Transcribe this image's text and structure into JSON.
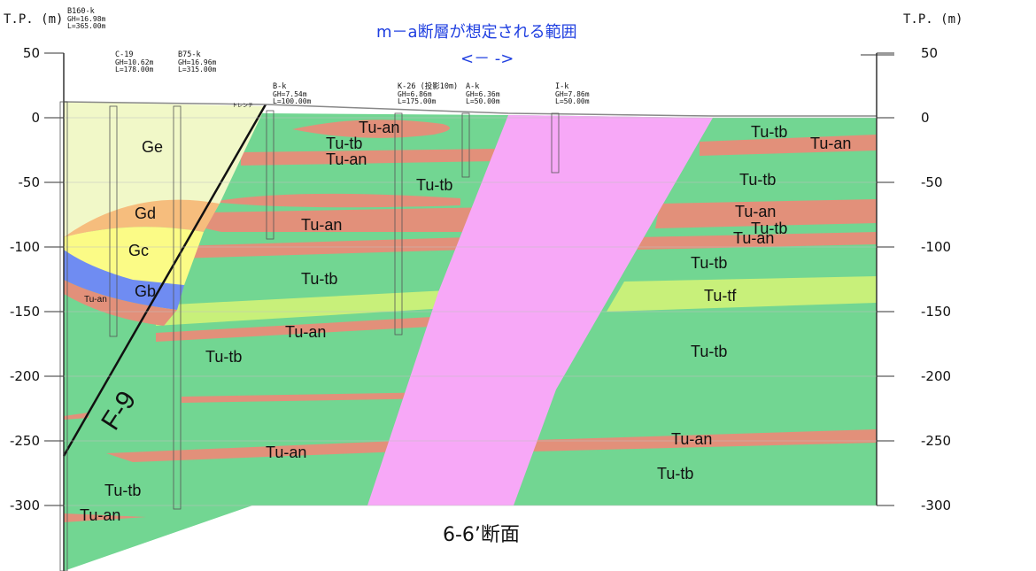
{
  "colors": {
    "tu_tb": "#72d692",
    "tu_an": "#e2907a",
    "tu_tf": "#c8f07a",
    "ge": "#f1f8c8",
    "gd": "#f6bd7d",
    "gc": "#fbfb86",
    "gb": "#6f8cf2",
    "fault_zone": "#f7a8f7",
    "range_text": "#1f3fe0"
  },
  "axis": {
    "title_left": "T.P. (m)",
    "title_right": "T.P. (m)",
    "ticks": [
      {
        "value": 50,
        "label": "50"
      },
      {
        "value": 0,
        "label": "0"
      },
      {
        "value": -50,
        "label": "-50"
      },
      {
        "value": -100,
        "label": "-100"
      },
      {
        "value": -150,
        "label": "-150"
      },
      {
        "value": -200,
        "label": "-200"
      },
      {
        "value": -250,
        "label": "-250"
      },
      {
        "value": -300,
        "label": "-300"
      }
    ]
  },
  "header": {
    "range_label": "m－a断層が想定される範囲",
    "range_arrow": "<－ ->"
  },
  "section_title": "6-6’断面",
  "fault_label": "F-9",
  "trench_label": "トレンチ",
  "boreholes": [
    {
      "name": "B160-k",
      "gh": "GH=16.98m",
      "len": "L=365.00m"
    },
    {
      "name": "C-19",
      "gh": "GH=10.62m",
      "len": "L=178.00m"
    },
    {
      "name": "B75-k",
      "gh": "GH=16.96m",
      "len": "L=315.00m"
    },
    {
      "name": "B-k",
      "gh": "GH=7.54m",
      "len": "L=100.00m"
    },
    {
      "name": "K-26 (投影10m)",
      "gh": "GH=6.86m",
      "len": "L=175.00m"
    },
    {
      "name": "A-k",
      "gh": "GH=6.36m",
      "len": "L=50.00m"
    },
    {
      "name": "I-k",
      "gh": "GH=7.86m",
      "len": "L=50.00m"
    }
  ],
  "unit_labels": {
    "ge": "Ge",
    "gd": "Gd",
    "gc": "Gc",
    "gb": "Gb",
    "tu_an": "Tu-an",
    "tu_tb": "Tu-tb",
    "tu_tf": "Tu-tf"
  }
}
